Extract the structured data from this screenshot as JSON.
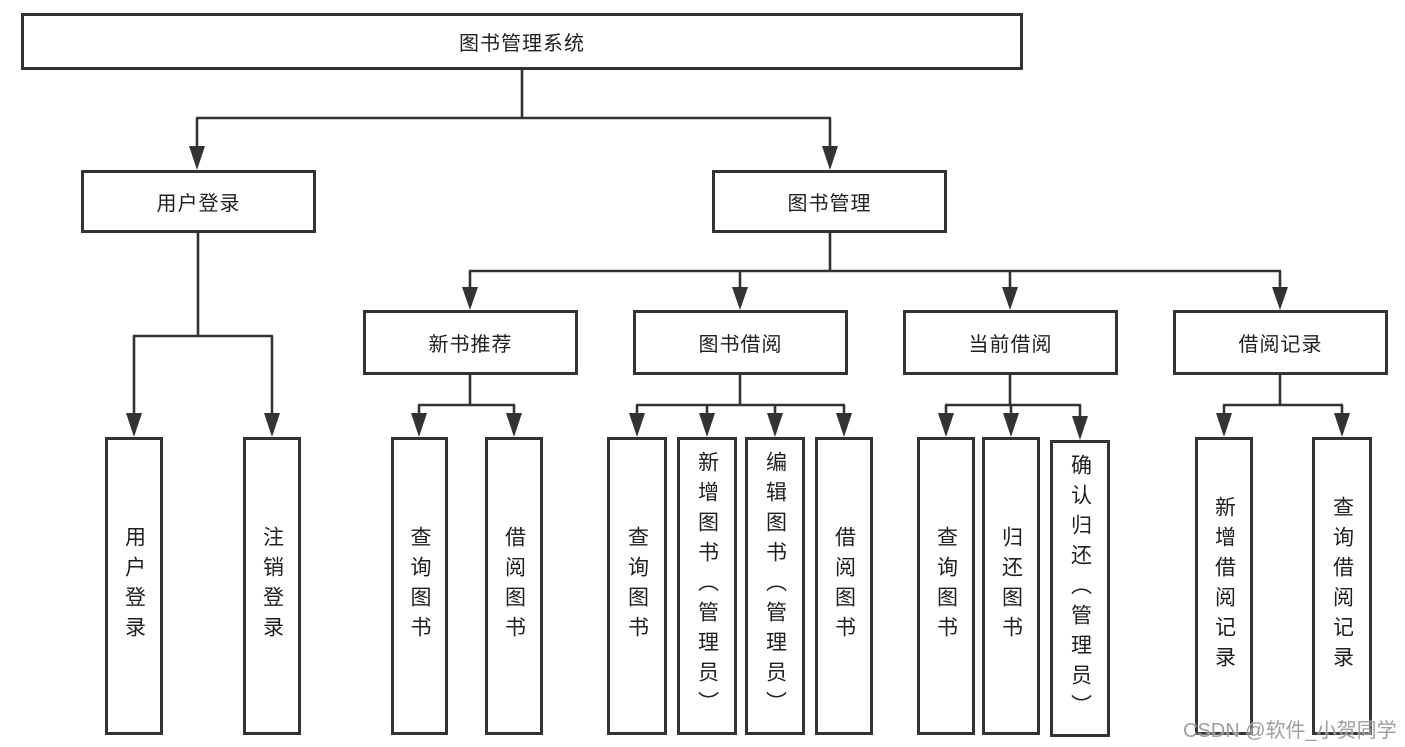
{
  "tree": {
    "root": "图书管理系统",
    "branches": [
      {
        "label": "用户登录",
        "leaves": [
          "用户登录",
          "注销登录"
        ]
      },
      {
        "label": "图书管理",
        "groups": [
          {
            "label": "新书推荐",
            "leaves": [
              "查询图书",
              "借阅图书"
            ]
          },
          {
            "label": "图书借阅",
            "leaves": [
              "查询图书",
              "新增图书（管理员）",
              "编辑图书（管理员）",
              "借阅图书"
            ]
          },
          {
            "label": "当前借阅",
            "leaves": [
              "查询图书",
              "归还图书",
              "确认归还（管理员）"
            ]
          },
          {
            "label": "借阅记录",
            "leaves": [
              "新增借阅记录",
              "查询借阅记录"
            ]
          }
        ]
      }
    ]
  },
  "watermark": {
    "text": "CSDN @软件_小贺同学"
  },
  "colors": {
    "line": "#333333",
    "box_border": "#333333",
    "box_fill": "#ffffff",
    "text": "#1f1f1f",
    "watermark": "#949494",
    "background": "#ffffff"
  }
}
